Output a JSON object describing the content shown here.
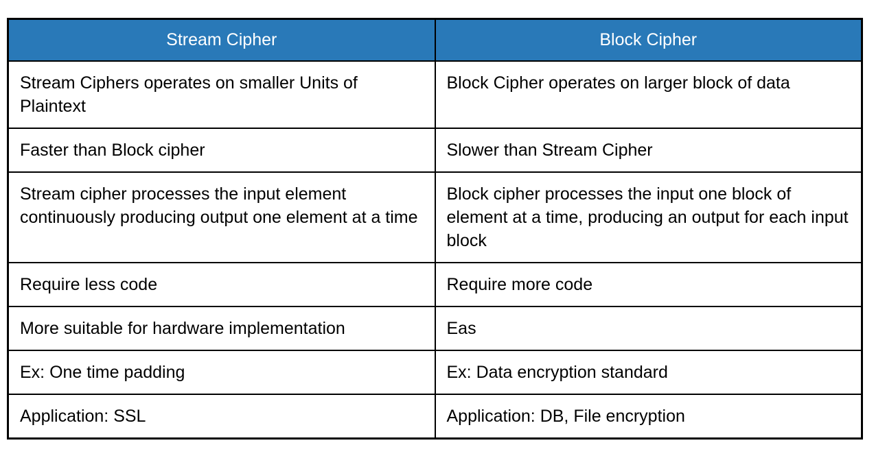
{
  "table": {
    "columns": [
      {
        "header": "Stream Cipher"
      },
      {
        "header": "Block Cipher"
      }
    ],
    "rows": [
      [
        "Stream Ciphers operates on smaller Units of Plaintext",
        "Block Cipher operates on larger block of data"
      ],
      [
        "Faster than Block cipher",
        "Slower than Stream Cipher"
      ],
      [
        "Stream cipher processes the input element continuously producing output one element at a time",
        "Block cipher processes the input one block of element at a time, producing an output for each input block"
      ],
      [
        "Require less code",
        "Require more code"
      ],
      [
        "More suitable for hardware implementation",
        "Eas"
      ],
      [
        "Ex: One time padding",
        "Ex: Data encryption standard"
      ],
      [
        "Application: SSL",
        "Application: DB, File encryption"
      ]
    ],
    "colors": {
      "header_bg": "#2979B8",
      "header_text": "#FFFFFF",
      "body_text": "#000000",
      "border": "#000000",
      "page_background": "#FFFFFF"
    }
  }
}
